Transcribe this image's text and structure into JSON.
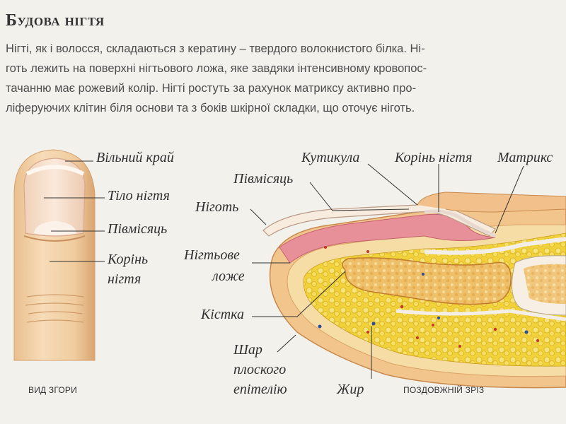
{
  "title": "Будова нігтя",
  "intro_lines": [
    "Нігті, як і волосся, складаються з кератину – твердого волокнистого білка. Ні-",
    "готь лежить на поверхні нігтьового ложа, яке завдяки інтенсивному кровопос-",
    "тачанню має рожевий колір. Нігті ростуть за рахунок матриксу активно про-",
    "ліферуючих клітин біля основи та з боків шкірної складки, що оточує ніготь."
  ],
  "top_view": {
    "caption": "ВИД ЗГОРИ",
    "labels": {
      "free_edge": "Вільний край",
      "nail_body": "Тіло нігтя",
      "lunula": "Півмісяць",
      "nail_root_1": "Корінь",
      "nail_root_2": "нігтя"
    }
  },
  "section_view": {
    "caption": "ПОЗДОВЖНІЙ ЗРІЗ",
    "labels": {
      "cuticle": "Кутикула",
      "nail_root": "Корінь нігтя",
      "matrix": "Матрикс",
      "lunula": "Півмісяць",
      "nail": "Ніготь",
      "nail_bed_1": "Нігтьове",
      "nail_bed_2": "ложе",
      "bone": "Кістка",
      "epithelium_1": "Шар",
      "epithelium_2": "плоского",
      "epithelium_3": "епітелію",
      "fat": "Жир"
    }
  }
}
